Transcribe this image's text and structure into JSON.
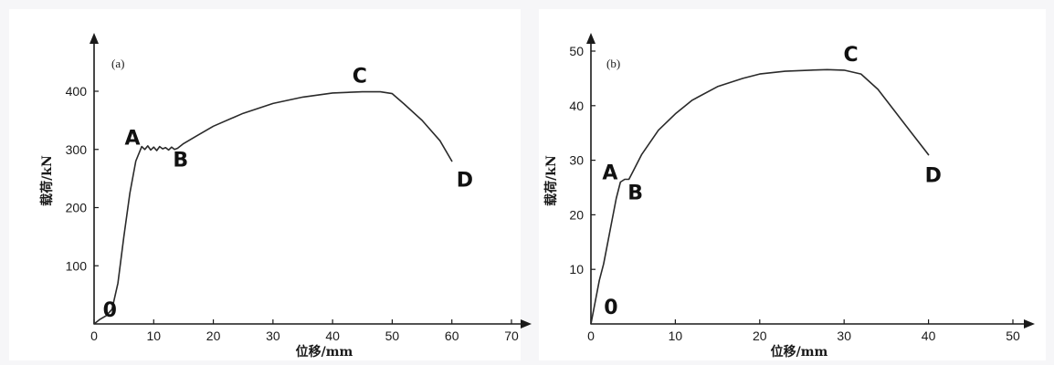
{
  "chart_data": [
    {
      "type": "line",
      "panel_tag": "(a)",
      "xlabel": "位移/mm",
      "ylabel": "载荷/kN",
      "xlim": [
        0,
        70
      ],
      "ylim": [
        0,
        400
      ],
      "xticks": [
        0,
        10,
        20,
        30,
        40,
        50,
        60,
        70
      ],
      "yticks": [
        100,
        200,
        300,
        400
      ],
      "series": [
        {
          "x": [
            0,
            1,
            2,
            3,
            4,
            5,
            6,
            7,
            8,
            8.5,
            9,
            9.5,
            10,
            10.5,
            11,
            11.5,
            12,
            12.5,
            13,
            13.5,
            14,
            15,
            17,
            20,
            25,
            30,
            35,
            40,
            45,
            48,
            50,
            52,
            55,
            58,
            60
          ],
          "y": [
            0,
            8,
            14,
            25,
            70,
            150,
            225,
            280,
            305,
            300,
            306,
            299,
            304,
            298,
            305,
            301,
            303,
            299,
            304,
            300,
            302,
            310,
            322,
            340,
            362,
            379,
            390,
            397,
            399,
            399,
            396,
            378,
            350,
            315,
            280
          ]
        }
      ],
      "points": [
        {
          "label": "0",
          "x": 3,
          "y": 25
        },
        {
          "label": "A",
          "x": 8.5,
          "y": 305
        },
        {
          "label": "B",
          "x": 14,
          "y": 302
        },
        {
          "label": "C",
          "x": 45,
          "y": 399
        },
        {
          "label": "D",
          "x": 60,
          "y": 280
        }
      ]
    },
    {
      "type": "line",
      "panel_tag": "(b)",
      "xlabel": "位移/mm",
      "ylabel": "载荷/kN",
      "xlim": [
        0,
        50
      ],
      "ylim": [
        0,
        50
      ],
      "xticks": [
        0,
        10,
        20,
        30,
        40,
        50
      ],
      "yticks": [
        10,
        20,
        30,
        40,
        50
      ],
      "series": [
        {
          "x": [
            0,
            0.5,
            1,
            1.5,
            2,
            2.5,
            3,
            3.5,
            4,
            4.5,
            5,
            6,
            8,
            10,
            12,
            15,
            18,
            20,
            23,
            26,
            28,
            30,
            32,
            34,
            36,
            38,
            40
          ],
          "y": [
            0,
            4,
            8,
            11,
            15,
            19,
            23,
            26,
            26.5,
            26.5,
            28,
            31,
            35.5,
            38.5,
            41,
            43.5,
            45,
            45.8,
            46.3,
            46.5,
            46.6,
            46.5,
            45.8,
            43,
            39,
            35,
            31
          ]
        }
      ],
      "points": [
        {
          "label": "0",
          "x": 1,
          "y": 1.5
        },
        {
          "label": "A",
          "x": 3.5,
          "y": 26
        },
        {
          "label": "B",
          "x": 5,
          "y": 26.5
        },
        {
          "label": "C",
          "x": 31,
          "y": 46.5
        },
        {
          "label": "D",
          "x": 40,
          "y": 31
        }
      ]
    }
  ]
}
